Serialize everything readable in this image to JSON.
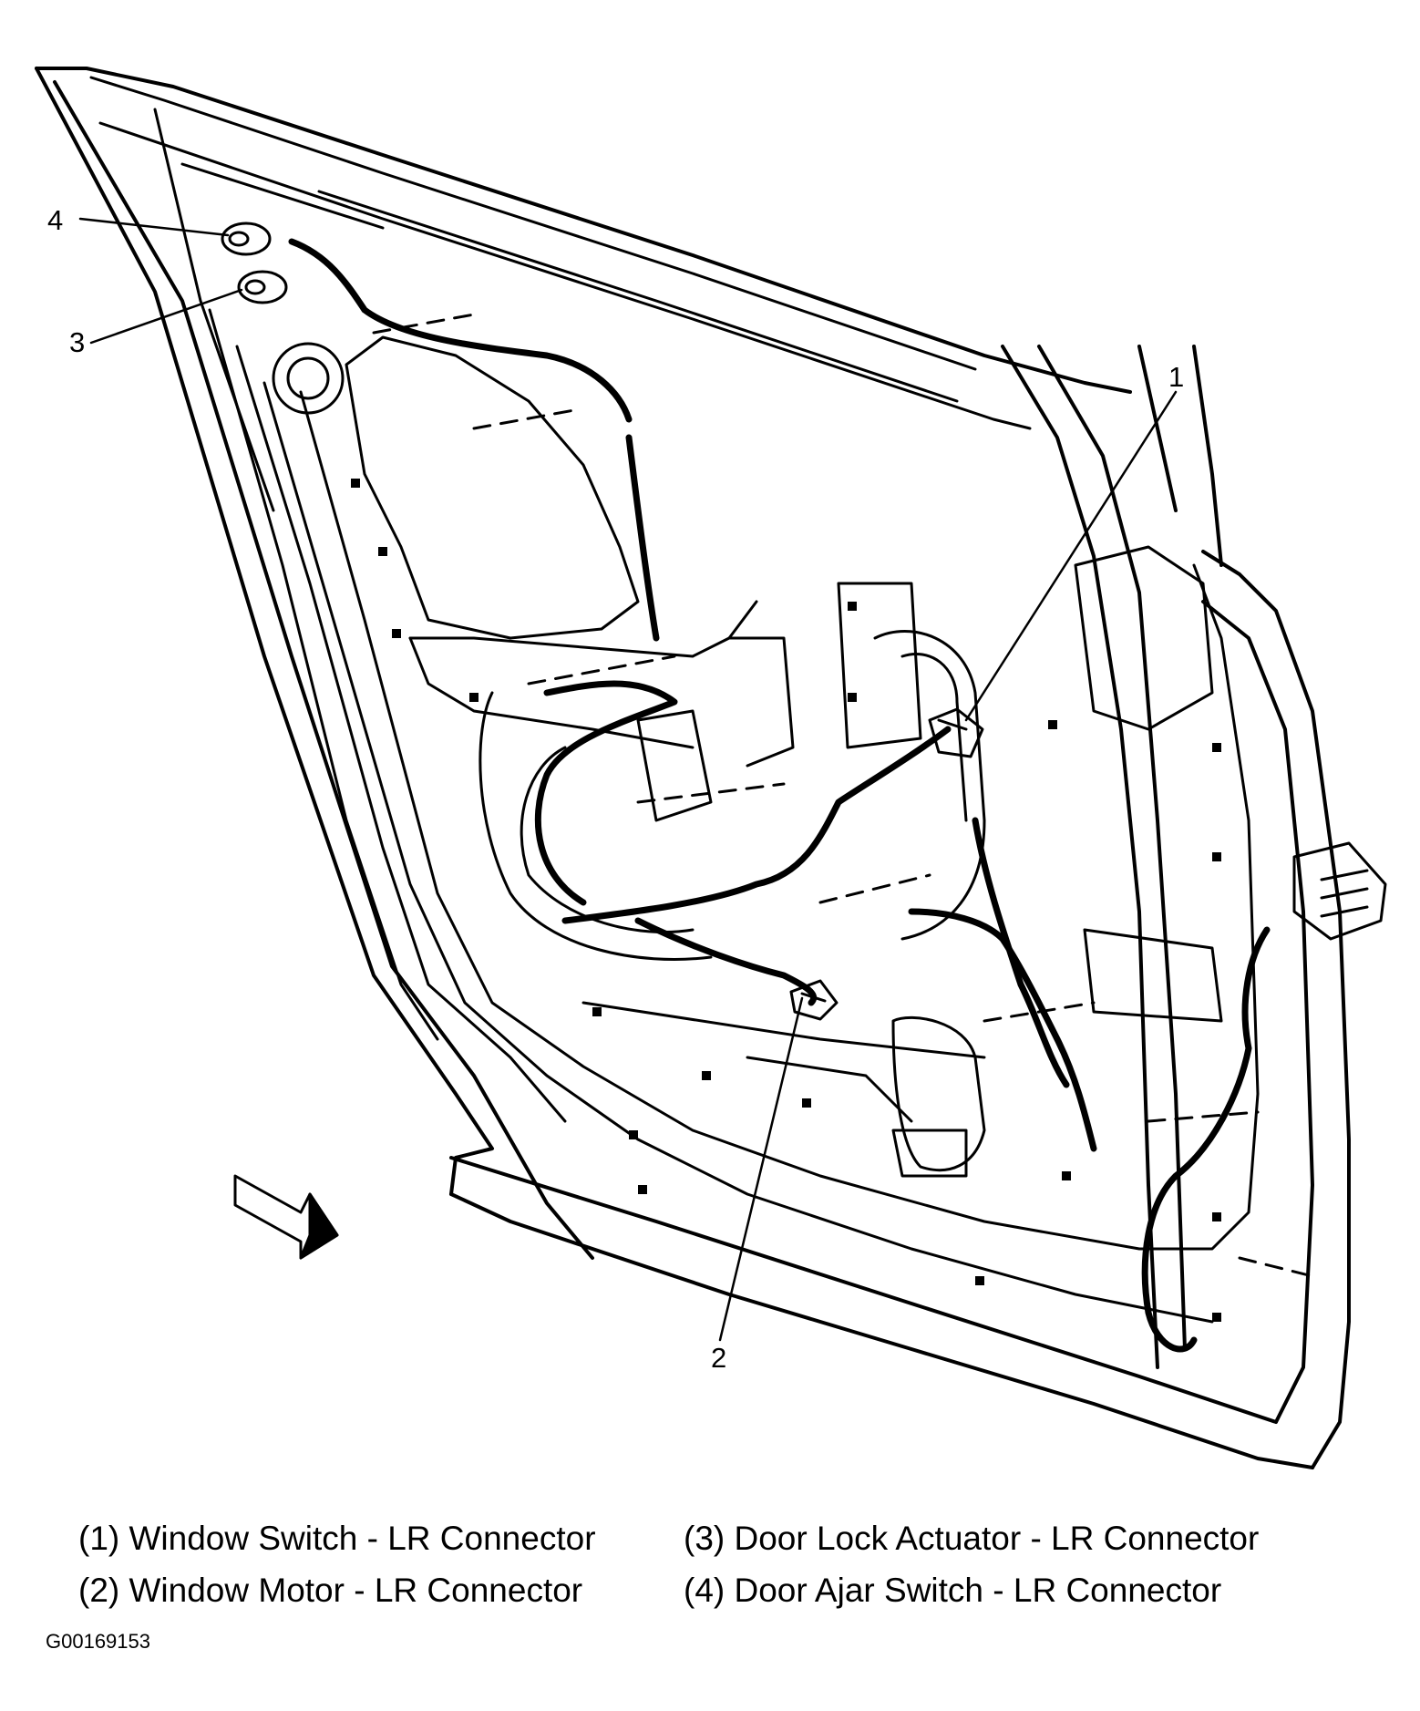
{
  "callouts": [
    {
      "number": "1",
      "label": "(1) Window Switch - LR Connector"
    },
    {
      "number": "2",
      "label": "(2) Window Motor - LR Connector"
    },
    {
      "number": "3",
      "label": "(3) Door Lock Actuator - LR Connector"
    },
    {
      "number": "4",
      "label": "(4) Door Ajar Switch - LR Connector"
    }
  ],
  "figure_id": "G00169153",
  "colors": {
    "line": "#000000",
    "background": "#ffffff"
  },
  "icons": [
    "direction-arrow-icon"
  ]
}
